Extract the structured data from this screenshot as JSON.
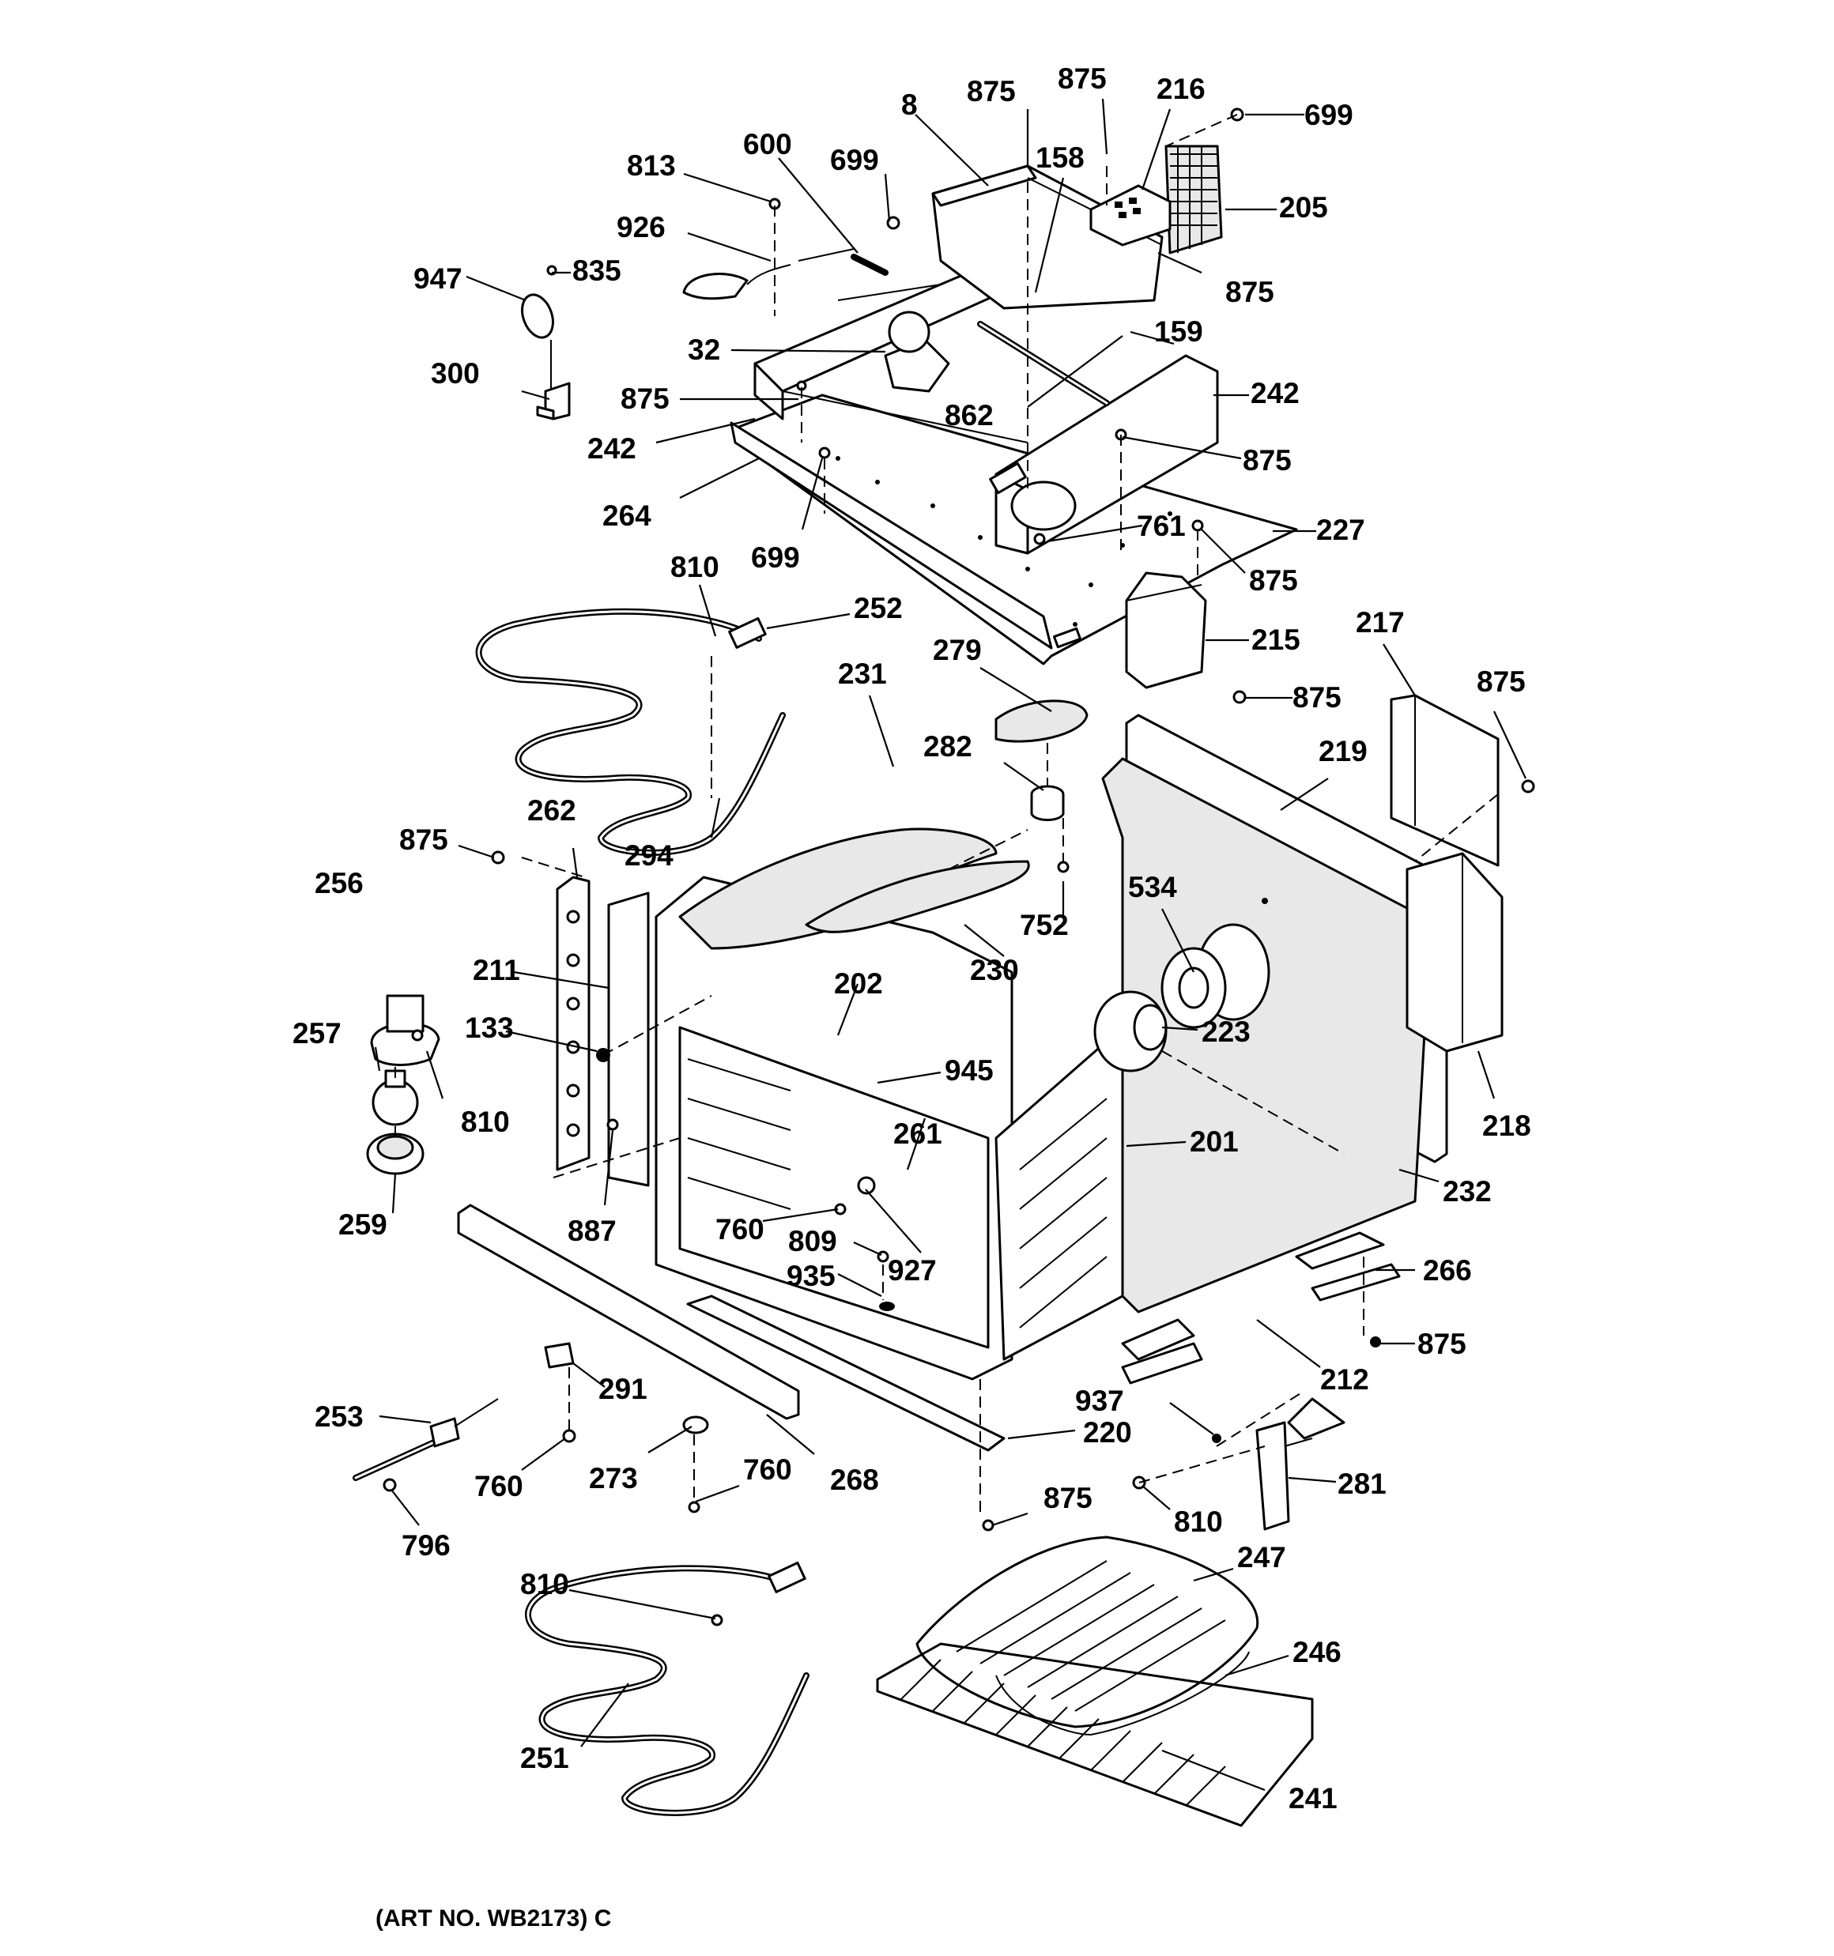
{
  "caption": "(ART NO. WB2173) C",
  "labels": [
    {
      "id": "l8",
      "text": "8"
    },
    {
      "id": "l875a",
      "text": "875"
    },
    {
      "id": "l875b",
      "text": "875"
    },
    {
      "id": "l216",
      "text": "216"
    },
    {
      "id": "l699a",
      "text": "699"
    },
    {
      "id": "l158",
      "text": "158"
    },
    {
      "id": "l813",
      "text": "813"
    },
    {
      "id": "l600",
      "text": "600"
    },
    {
      "id": "l699b",
      "text": "699"
    },
    {
      "id": "l205",
      "text": "205"
    },
    {
      "id": "l926",
      "text": "926"
    },
    {
      "id": "l835",
      "text": "835"
    },
    {
      "id": "l947",
      "text": "947"
    },
    {
      "id": "l875c",
      "text": "875"
    },
    {
      "id": "l159",
      "text": "159"
    },
    {
      "id": "l32",
      "text": "32"
    },
    {
      "id": "l300",
      "text": "300"
    },
    {
      "id": "l875d",
      "text": "875"
    },
    {
      "id": "l242a",
      "text": "242"
    },
    {
      "id": "l862",
      "text": "862"
    },
    {
      "id": "l242b",
      "text": "242"
    },
    {
      "id": "l875e",
      "text": "875"
    },
    {
      "id": "l264",
      "text": "264"
    },
    {
      "id": "l761",
      "text": "761"
    },
    {
      "id": "l227",
      "text": "227"
    },
    {
      "id": "l699c",
      "text": "699"
    },
    {
      "id": "l875f",
      "text": "875"
    },
    {
      "id": "l810a",
      "text": "810"
    },
    {
      "id": "l252",
      "text": "252"
    },
    {
      "id": "l217",
      "text": "217"
    },
    {
      "id": "l215",
      "text": "215"
    },
    {
      "id": "l279",
      "text": "279"
    },
    {
      "id": "l231",
      "text": "231"
    },
    {
      "id": "l875g",
      "text": "875"
    },
    {
      "id": "l875h",
      "text": "875"
    },
    {
      "id": "l282",
      "text": "282"
    },
    {
      "id": "l219",
      "text": "219"
    },
    {
      "id": "l262",
      "text": "262"
    },
    {
      "id": "l294",
      "text": "294"
    },
    {
      "id": "l875i",
      "text": "875"
    },
    {
      "id": "l256",
      "text": "256"
    },
    {
      "id": "l534",
      "text": "534"
    },
    {
      "id": "l752",
      "text": "752"
    },
    {
      "id": "l230",
      "text": "230"
    },
    {
      "id": "l211",
      "text": "211"
    },
    {
      "id": "l202",
      "text": "202"
    },
    {
      "id": "l133",
      "text": "133"
    },
    {
      "id": "l257",
      "text": "257"
    },
    {
      "id": "l223",
      "text": "223"
    },
    {
      "id": "l945",
      "text": "945"
    },
    {
      "id": "l810b",
      "text": "810"
    },
    {
      "id": "l261",
      "text": "261"
    },
    {
      "id": "l201",
      "text": "201"
    },
    {
      "id": "l218",
      "text": "218"
    },
    {
      "id": "l232",
      "text": "232"
    },
    {
      "id": "l259",
      "text": "259"
    },
    {
      "id": "l887",
      "text": "887"
    },
    {
      "id": "l760a",
      "text": "760"
    },
    {
      "id": "l809",
      "text": "809"
    },
    {
      "id": "l927",
      "text": "927"
    },
    {
      "id": "l266",
      "text": "266"
    },
    {
      "id": "l935",
      "text": "935"
    },
    {
      "id": "l875j",
      "text": "875"
    },
    {
      "id": "l212",
      "text": "212"
    },
    {
      "id": "l291",
      "text": "291"
    },
    {
      "id": "l937",
      "text": "937"
    },
    {
      "id": "l253",
      "text": "253"
    },
    {
      "id": "l220",
      "text": "220"
    },
    {
      "id": "l281",
      "text": "281"
    },
    {
      "id": "l760b",
      "text": "760"
    },
    {
      "id": "l273",
      "text": "273"
    },
    {
      "id": "l760c",
      "text": "760"
    },
    {
      "id": "l268",
      "text": "268"
    },
    {
      "id": "l875k",
      "text": "875"
    },
    {
      "id": "l810c",
      "text": "810"
    },
    {
      "id": "l796",
      "text": "796"
    },
    {
      "id": "l247",
      "text": "247"
    },
    {
      "id": "l810d",
      "text": "810"
    },
    {
      "id": "l246",
      "text": "246"
    },
    {
      "id": "l251",
      "text": "251"
    },
    {
      "id": "l241",
      "text": "241"
    }
  ]
}
